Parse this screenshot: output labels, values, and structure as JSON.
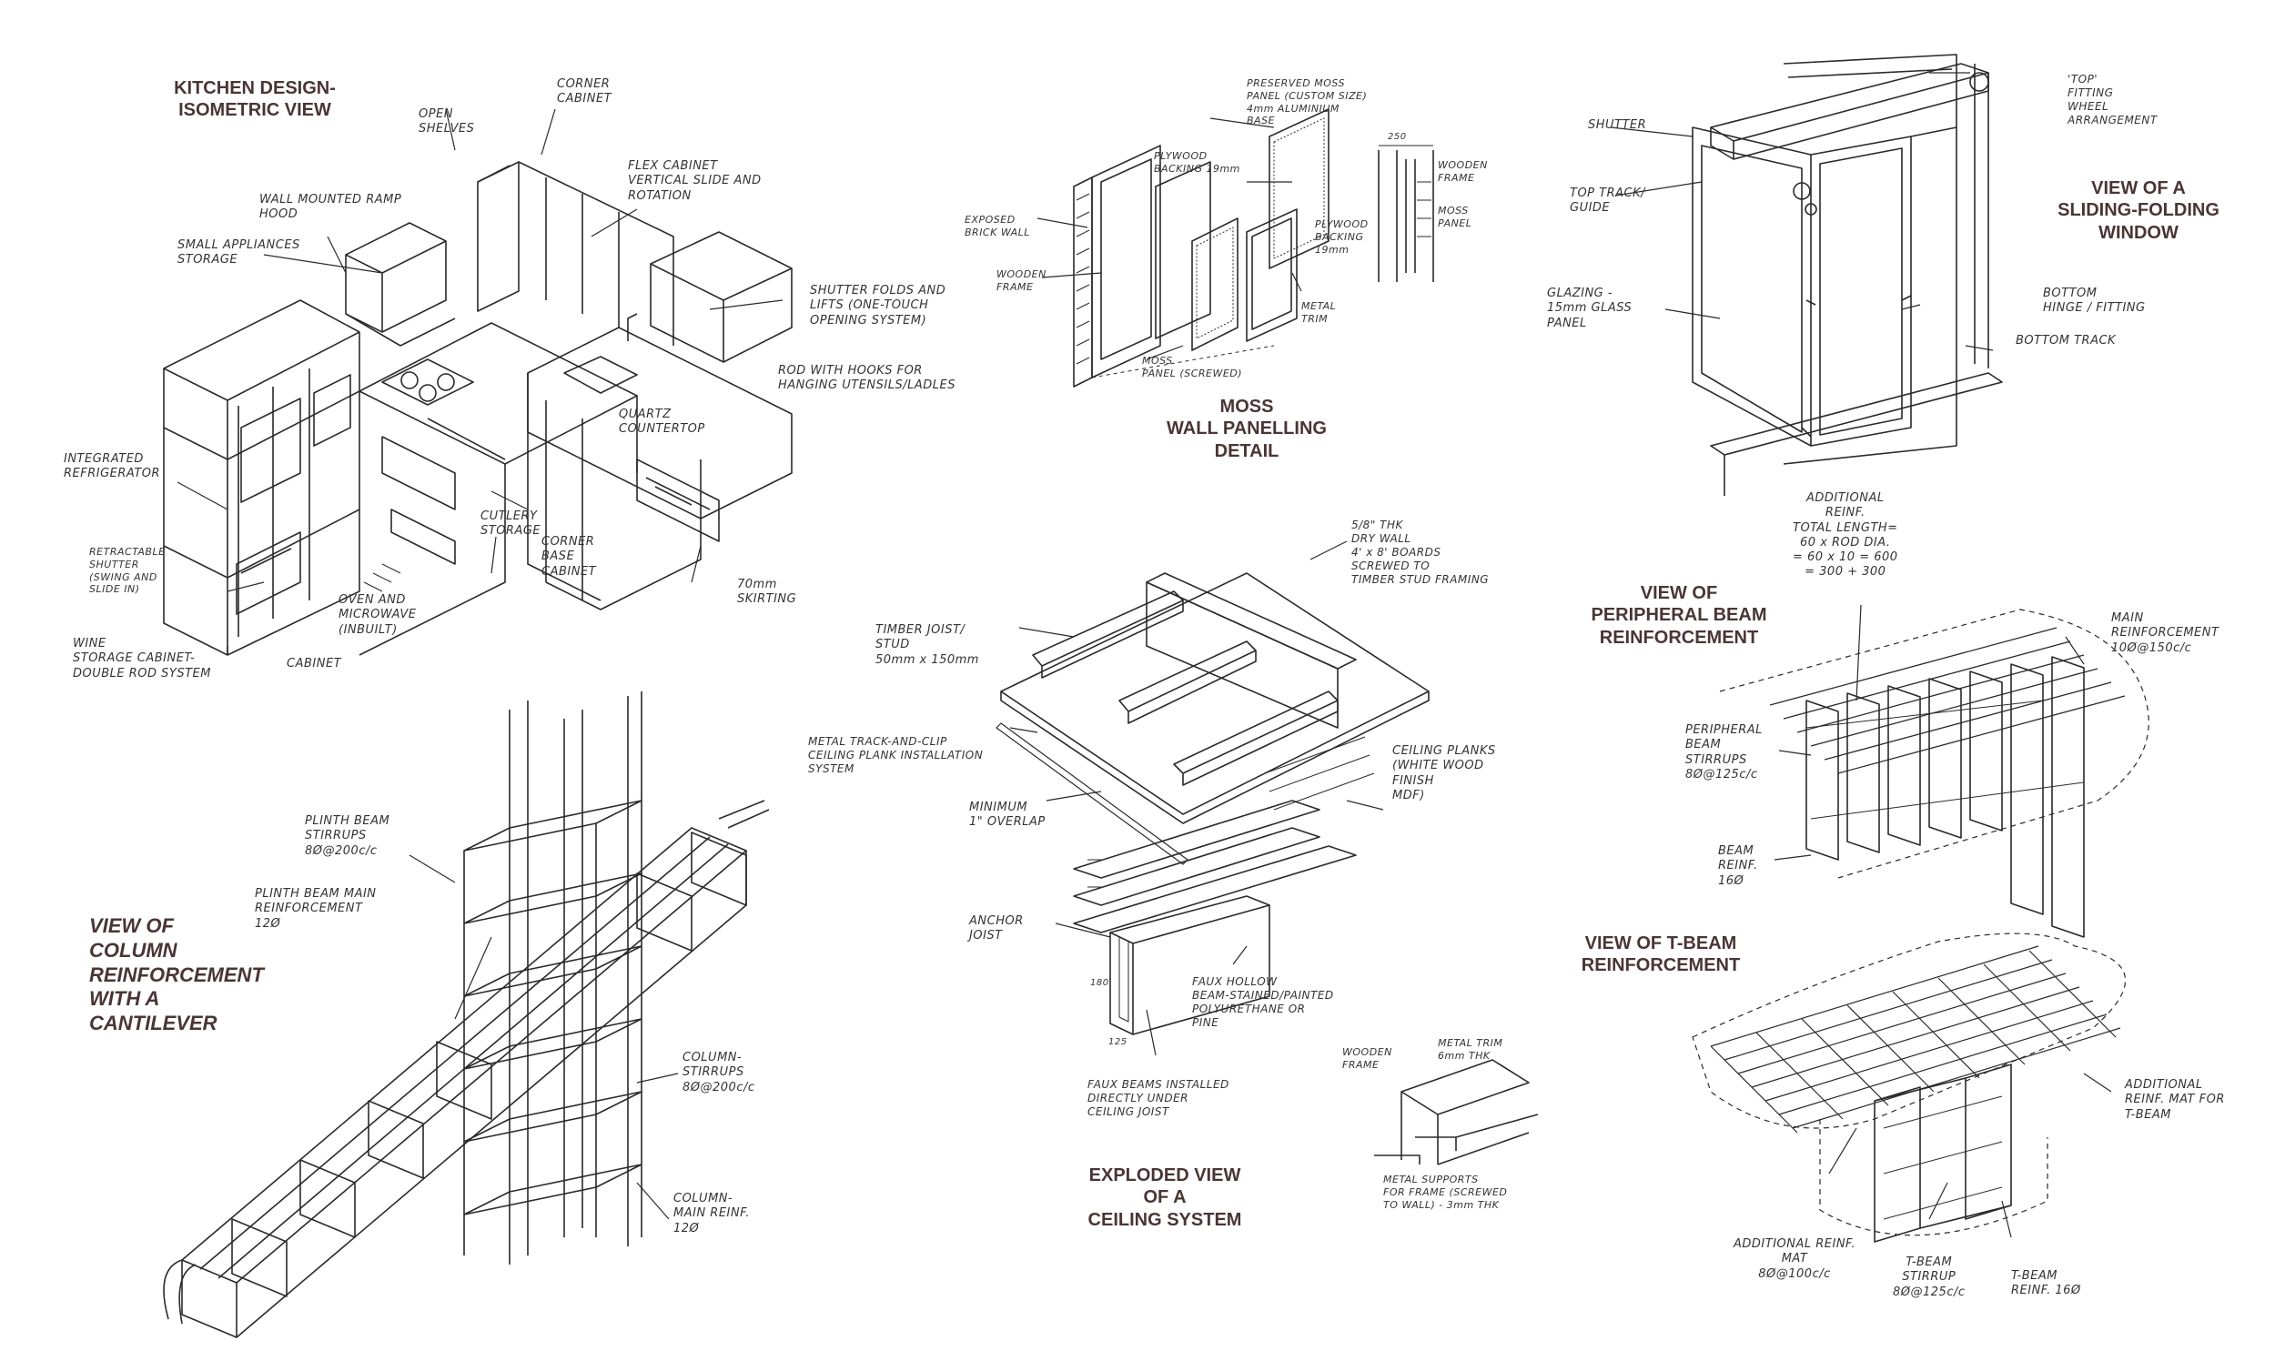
{
  "sheet": {
    "kitchen": {
      "title_line1": "KITCHEN DESIGN-",
      "title_line2": "ISOMETRIC VIEW",
      "labels": {
        "corner_cabinet": "CORNER\nCABINET",
        "open_shelves": "OPEN\nSHELVES",
        "wall_hood": "WALL MOUNTED RAMP\nHOOD",
        "flex_cabinet": "FLEX CABINET\nVERTICAL SLIDE AND\nROTATION",
        "small_appliances": "SMALL APPLIANCES\nSTORAGE",
        "shutter_folds": "SHUTTER FOLDS AND\nLIFTS (ONE-TOUCH\nOPENING SYSTEM)",
        "rod_hooks": "ROD WITH HOOKS FOR\nHANGING UTENSILS/LADLES",
        "integrated_fridge": "INTEGRATED\nREFRIGERATOR",
        "quartz": "QUARTZ\nCOUNTERTOP",
        "retractable": "RETRACTABLE\nSHUTTER\n(SWING AND\nSLIDE IN)",
        "cutlery": "CUTLERY\nSTORAGE",
        "corner_base": "CORNER\nBASE\nCABINET",
        "oven": "OVEN AND\nMICROWAVE\n(INBUILT)",
        "skirting": "70mm\nSKIRTING",
        "wine": "WINE\nSTORAGE CABINET-\nDOUBLE ROD SYSTEM",
        "cabinet": "CABINET"
      }
    },
    "moss": {
      "title_line1": "MOSS",
      "title_line2": "WALL PANELLING",
      "title_line3": "DETAIL",
      "labels": {
        "preserved": "PRESERVED MOSS\nPANEL (CUSTOM SIZE)\n4mm ALUMINIUM\nBASE",
        "plywood_backing": "PLYWOOD\nBACKING 19mm",
        "exposed_brick": "EXPOSED\nBRICK WALL",
        "wooden_frame": "WOODEN\nFRAME",
        "moss_panel_screwed": "MOSS\nPANEL (SCREWED)",
        "metal_trim": "METAL\nTRIM",
        "wooden_frame_r": "WOODEN\nFRAME",
        "moss_panel_r": "MOSS\nPANEL",
        "plywood_r": "PLYWOOD\nBACKING\n19mm",
        "dim": "250"
      }
    },
    "window": {
      "title_line1": "VIEW OF A",
      "title_line2": "SLIDING-FOLDING",
      "title_line3": "WINDOW",
      "labels": {
        "shutter": "SHUTTER",
        "top_fitting": "'TOP'\nFITTING\nWHEEL\nARRANGEMENT",
        "top_track": "TOP TRACK/\nGUIDE",
        "glazing": "GLAZING -\n15mm GLASS\nPANEL",
        "bottom_hinge": "BOTTOM\nHINGE / FITTING",
        "bottom_track": "BOTTOM TRACK"
      }
    },
    "column": {
      "title_line1": "VIEW OF",
      "title_line2": "COLUMN",
      "title_line3": "REINFORCEMENT",
      "title_line4": "WITH A",
      "title_line5": "CANTILEVER",
      "labels": {
        "plinth_stirrups": "PLINTH BEAM\nSTIRRUPS\n8Ø@200c/c",
        "plinth_main": "PLINTH BEAM MAIN\nREINFORCEMENT\n12Ø",
        "column_stirrups": "COLUMN-\nSTIRRUPS\n8Ø@200c/c",
        "column_main": "COLUMN-\nMAIN REINF.\n12Ø"
      }
    },
    "ceiling": {
      "title_line1": "EXPLODED VIEW",
      "title_line2": "OF A",
      "title_line3": "CEILING SYSTEM",
      "labels": {
        "drywall": "5/8\" THK\nDRY WALL\n4' x 8' BOARDS\nSCREWED TO\nTIMBER STUD FRAMING",
        "timber_joist": "TIMBER JOIST/\nSTUD\n50mm x 150mm",
        "metal_track": "METAL TRACK-AND-CLIP\nCEILING PLANK INSTALLATION\nSYSTEM",
        "ceiling_planks": "CEILING PLANKS\n(WHITE WOOD\nFINISH\nMDF)",
        "minimum": "MINIMUM\n1\" OVERLAP",
        "anchor": "ANCHOR\nJOIST",
        "faux_hollow": "FAUX HOLLOW\nBEAM-STAINED/PAINTED\nPOLYURETHANE OR\nPINE",
        "faux_beams": "FAUX BEAMS INSTALLED\nDIRECTLY UNDER\nCEILING JOIST",
        "wooden_frame": "WOODEN\nFRAME",
        "metal_trim": "METAL TRIM\n6mm THK",
        "metal_supports": "METAL SUPPORTS\nFOR FRAME (SCREWED\nTO WALL) - 3mm THK",
        "dim_180": "180",
        "dim_125": "125"
      }
    },
    "peripheral": {
      "title_line1": "VIEW OF",
      "title_line2": "PERIPHERAL BEAM",
      "title_line3": "REINFORCEMENT",
      "labels": {
        "additional": "ADDITIONAL\nREINF.\nTOTAL LENGTH=\n60 x ROD DIA.\n= 60 x 10 = 600\n= 300 + 300",
        "main": "MAIN\nREINFORCEMENT\n10Ø@150c/c",
        "stirrups": "PERIPHERAL\nBEAM\nSTIRRUPS\n8Ø@125c/c",
        "beam_reinf": "BEAM\nREINF.\n16Ø"
      }
    },
    "tbeam": {
      "title_line1": "VIEW OF T-BEAM",
      "title_line2": "REINFORCEMENT",
      "labels": {
        "additional_mat": "ADDITIONAL\nREINF. MAT FOR\nT-BEAM",
        "additional_reinf": "ADDITIONAL REINF.\nMAT\n8Ø@100c/c",
        "stirrup": "T-BEAM\nSTIRRUP\n8Ø@125c/c",
        "tbeam_reinf": "T-BEAM\nREINF. 16Ø"
      }
    }
  },
  "colors": {
    "ink": "#2a2a2a",
    "title": "#4a3535"
  }
}
